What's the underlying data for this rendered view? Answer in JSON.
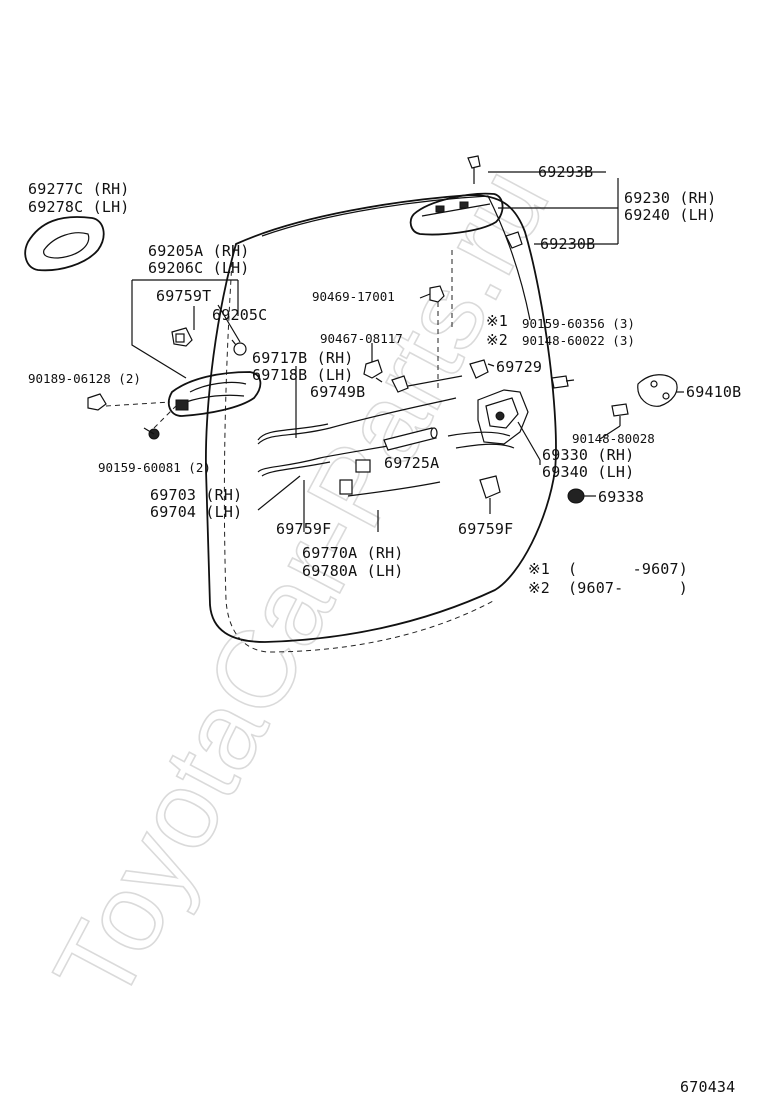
{
  "diagram_id": "670434",
  "watermark": "ToyotaCar-Parts.ru",
  "labels": {
    "p69277C": "69277C (RH)",
    "p69278C": "69278C (LH)",
    "p69205A": "69205A (RH)",
    "p69206C": "69206C (LH)",
    "p69759T": "69759T",
    "p69205C": "69205C",
    "p90189": "90189-06128 (2)",
    "p90159a": "90159-60081 (2)",
    "p69717B": "69717B (RH)",
    "p69718B": "69718B (LH)",
    "p69749B": "69749B",
    "p69703": "69703 (RH)",
    "p69704": "69704 (LH)",
    "p69759F_left": "69759F",
    "p69770A": "69770A (RH)",
    "p69780A": "69780A (LH)",
    "p69725A": "69725A",
    "p90469": "90469-17001",
    "p90467": "90467-08117",
    "p69293B": "69293B",
    "p69230": "69230 (RH)",
    "p69240": "69240 (LH)",
    "p69230B": "69230B",
    "m1_mark": "※1",
    "m2_mark": "※2",
    "p90159b": "90159-60356 (3)",
    "p90148a": "90148-60022 (3)",
    "p69729": "69729",
    "p69410B": "69410B",
    "p90148b": "90148-80028",
    "p69330": "69330 (RH)",
    "p69340": "69340 (LH)",
    "p69338": "69338",
    "p69759F_right": "69759F"
  },
  "legend": [
    {
      "mark": "※1",
      "range": "(      -9607)"
    },
    {
      "mark": "※2",
      "range": "(9607-      )"
    }
  ]
}
